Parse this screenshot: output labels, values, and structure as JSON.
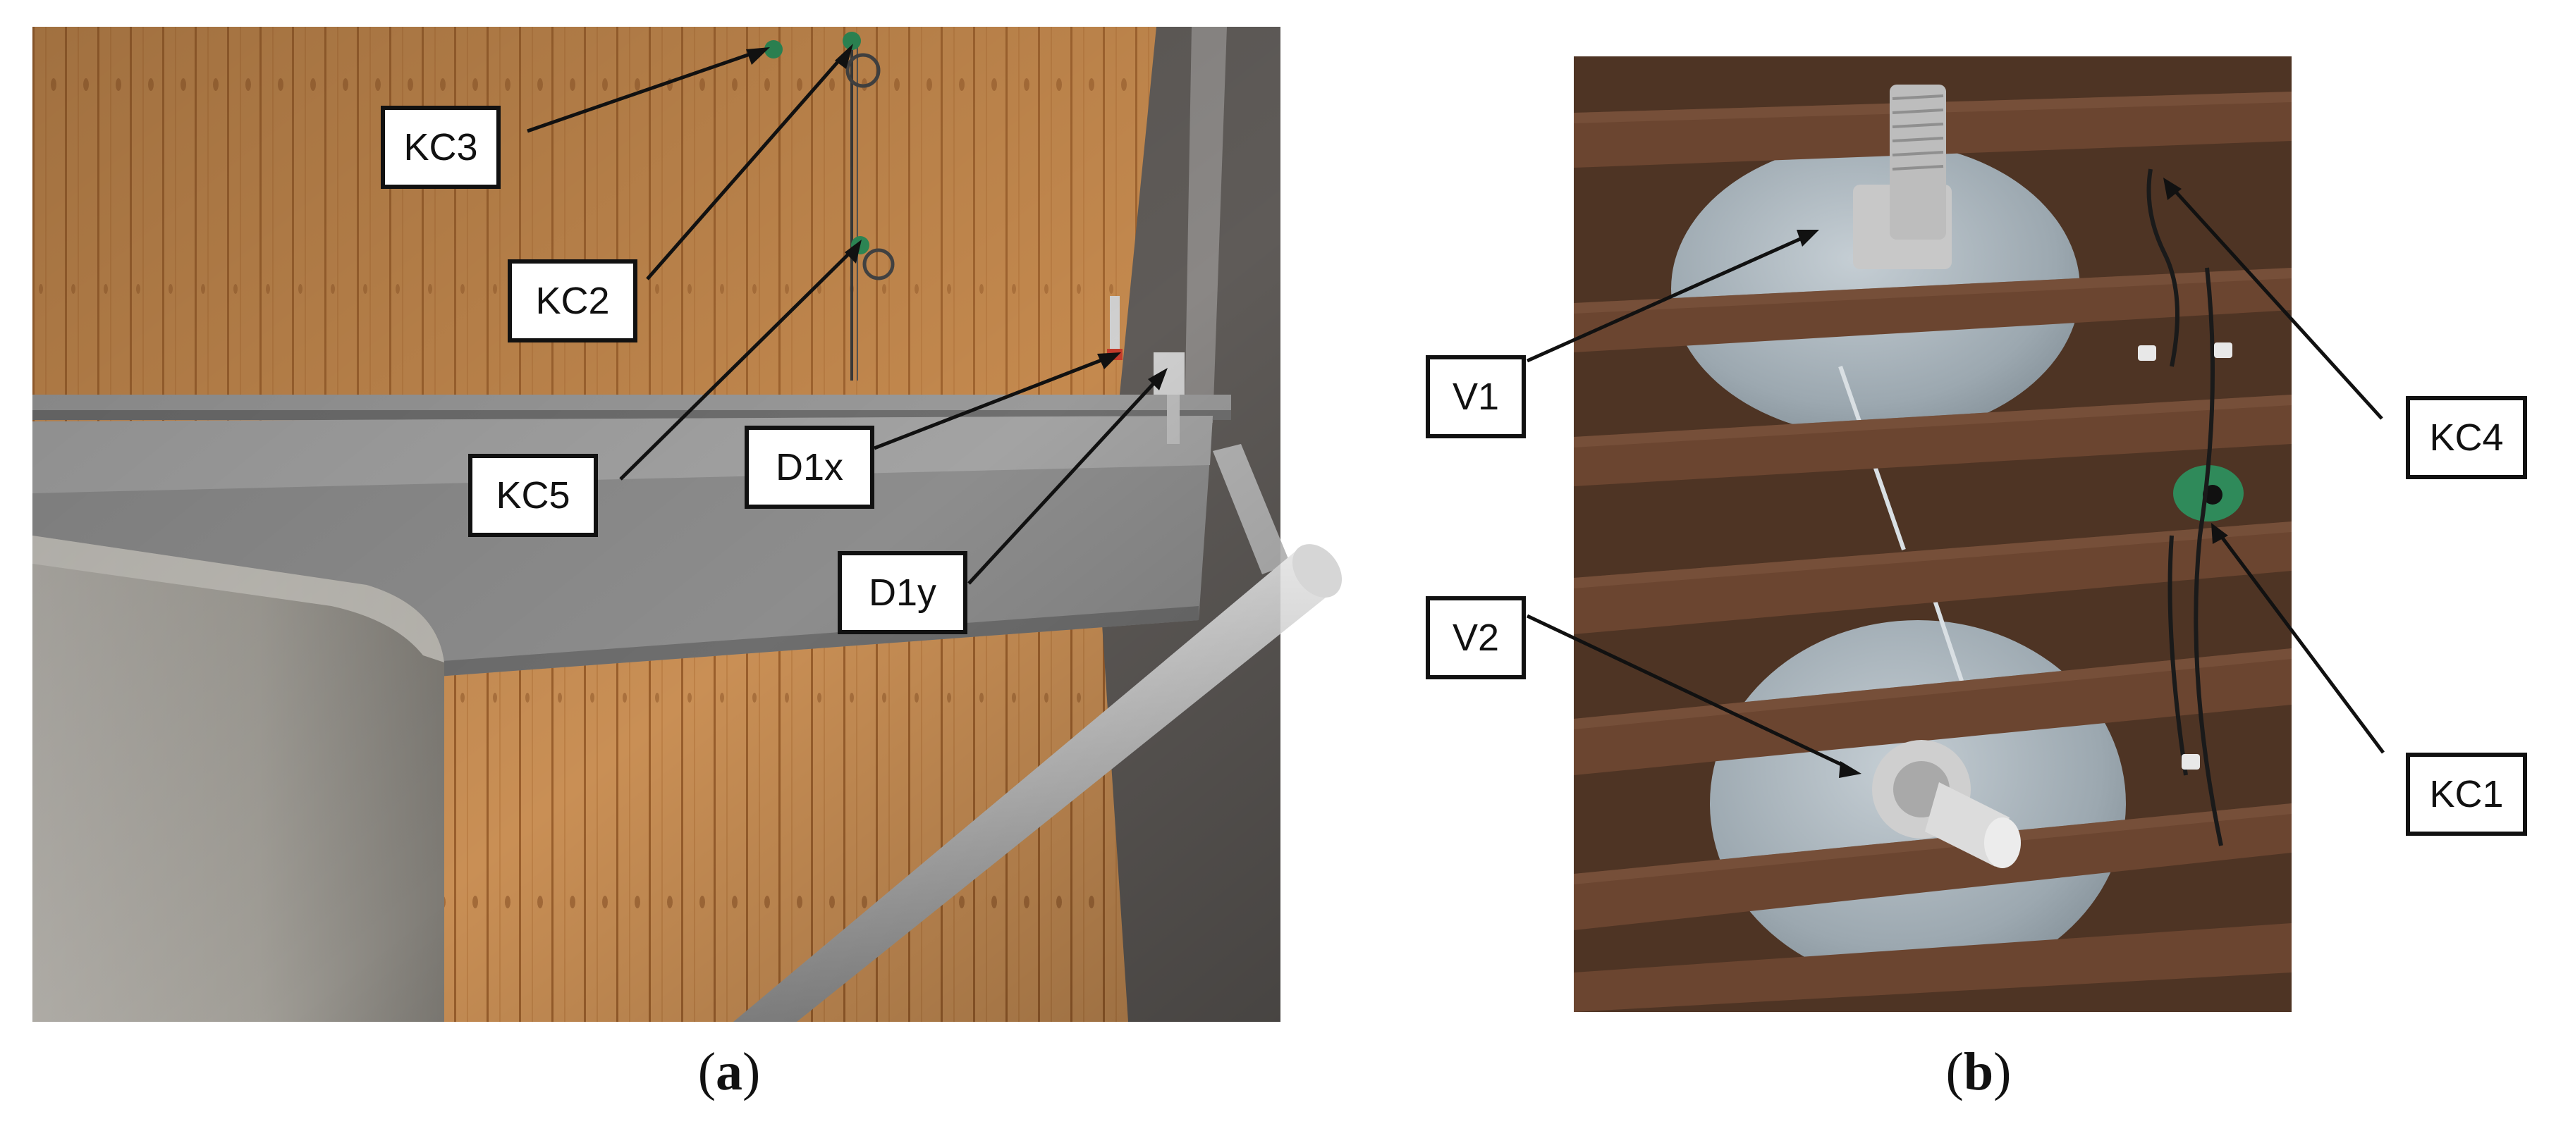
{
  "panel_a": {
    "labels": {
      "kc3": "KC3",
      "kc2": "KC2",
      "kc5": "KC5",
      "d1x": "D1x",
      "d1y": "D1y"
    },
    "caption": {
      "open": "(",
      "letter": "a",
      "close": ")"
    }
  },
  "panel_b": {
    "labels": {
      "v1": "V1",
      "v2": "V2",
      "kc4": "KC4",
      "kc1": "KC1"
    },
    "caption": {
      "open": "(",
      "letter": "b",
      "close": ")"
    }
  },
  "colors": {
    "wood_light": "#c58a4e",
    "wood_dark": "#a46a35",
    "steel_gray": "#8f8f8f",
    "concrete": "#a8a59f",
    "timber_dark": "#5a3a28",
    "galvanized": "#9aa6ad",
    "sensor_green": "#2e8b57"
  }
}
